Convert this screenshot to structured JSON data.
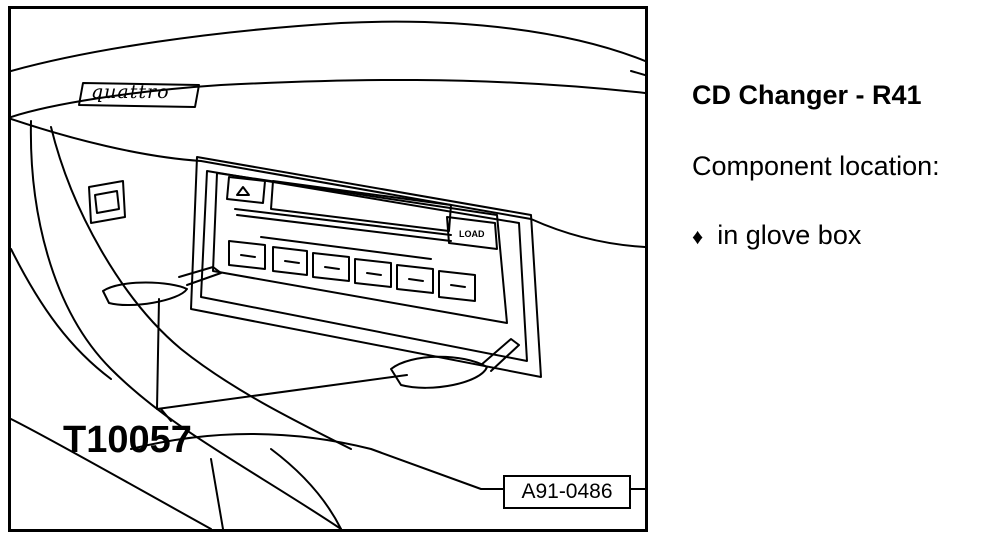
{
  "figure": {
    "brand_badge": "quattro",
    "tool_label": "T10057",
    "figure_id": "A91-0486",
    "unit_button_label": "LOAD"
  },
  "info": {
    "title": "CD Changer - R41",
    "subtitle": "Component location:",
    "bullet_icon": "♦",
    "bullet_text": "in glove box"
  }
}
